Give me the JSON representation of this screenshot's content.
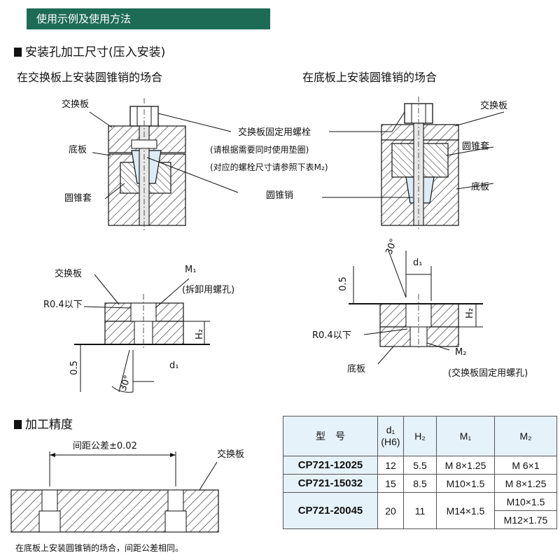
{
  "header": {
    "title": "使用示例及使用方法"
  },
  "section_install": {
    "title": "安装孔加工尺寸(压入安装)"
  },
  "cases": {
    "left_title": "在交换板上安装圆锥销的场合",
    "right_title": "在底板上安装圆锥销的场合"
  },
  "left_diagram": {
    "exchange_plate": "交换板",
    "base_plate": "底板",
    "cone_sleeve": "圆锥套"
  },
  "right_diagram": {
    "exchange_plate": "交换板",
    "cone_sleeve": "圆锥套",
    "base_plate": "底板"
  },
  "callouts": {
    "bolt": "交换板固定用螺栓",
    "washer_note": "(请根据需要同时使用垫圈)",
    "size_note": "(对应的螺栓尺寸请参照下表M₂)",
    "cone_pin": "圆锥销"
  },
  "left_detail": {
    "exchange_plate": "交换板",
    "m1": "M₁",
    "m1_note": "(拆卸用螺孔)",
    "radius": "R0.4以下",
    "h2": "H₂",
    "depth": "0.5",
    "d1": "d₁",
    "angle": "30°"
  },
  "right_detail": {
    "angle": "30°",
    "d1": "d₁",
    "depth": "0.5",
    "h2": "H₂",
    "radius": "R0.4以下",
    "m2": "M₂",
    "m2_note": "(交换板固定用螺孔)",
    "base_plate": "底板"
  },
  "section_precision": {
    "title": "加工精度",
    "tolerance": "间距公差±0.02",
    "exchange_plate": "交换板"
  },
  "table": {
    "headers": {
      "model": "型　号",
      "d1": "d₁",
      "d1_sub": "(H6)",
      "h2": "H₂",
      "m1": "M₁",
      "m2": "M₂"
    },
    "rows": [
      {
        "model": "CP721-12025",
        "d1": "12",
        "h2": "5.5",
        "m1": "M 8×1.25",
        "m2": "M 6×1"
      },
      {
        "model": "CP721-15032",
        "d1": "15",
        "h2": "8.5",
        "m1": "M10×1.5",
        "m2": "M 8×1.25"
      },
      {
        "model": "CP721-20045",
        "d1": "20",
        "h2": "11",
        "m1": "M14×1.5",
        "m2a": "M10×1.5",
        "m2b": "M12×1.75"
      }
    ]
  },
  "footnote": "在底板上安装圆锥销的场合，间距公差相同。"
}
